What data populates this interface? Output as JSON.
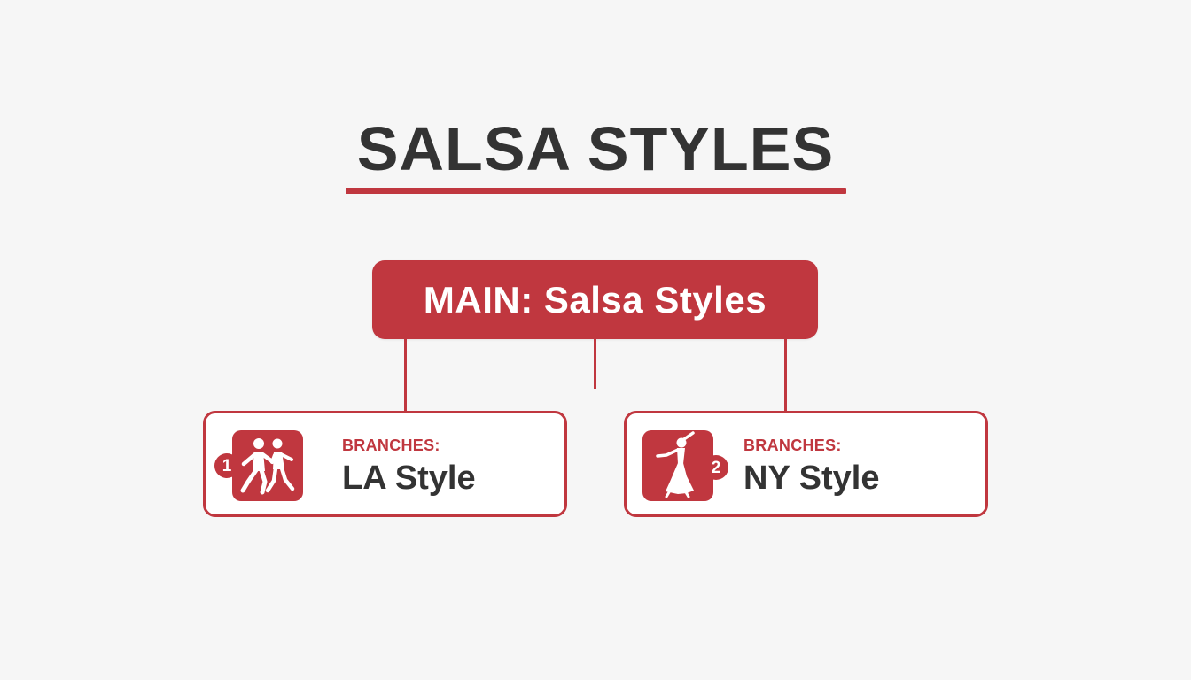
{
  "title": "SALSA STYLES",
  "main_node": {
    "label": "MAIN: Salsa Styles"
  },
  "branches": [
    {
      "number": "1",
      "label": "BRANCHES:",
      "name": "LA Style",
      "icon": "couple-dancers-icon"
    },
    {
      "number": "2",
      "label": "BRANCHES:",
      "name": "NY Style",
      "icon": "dancer-woman-icon"
    }
  ],
  "colors": {
    "accent": "#c0373f",
    "text": "#333333",
    "background": "#f6f6f6"
  }
}
